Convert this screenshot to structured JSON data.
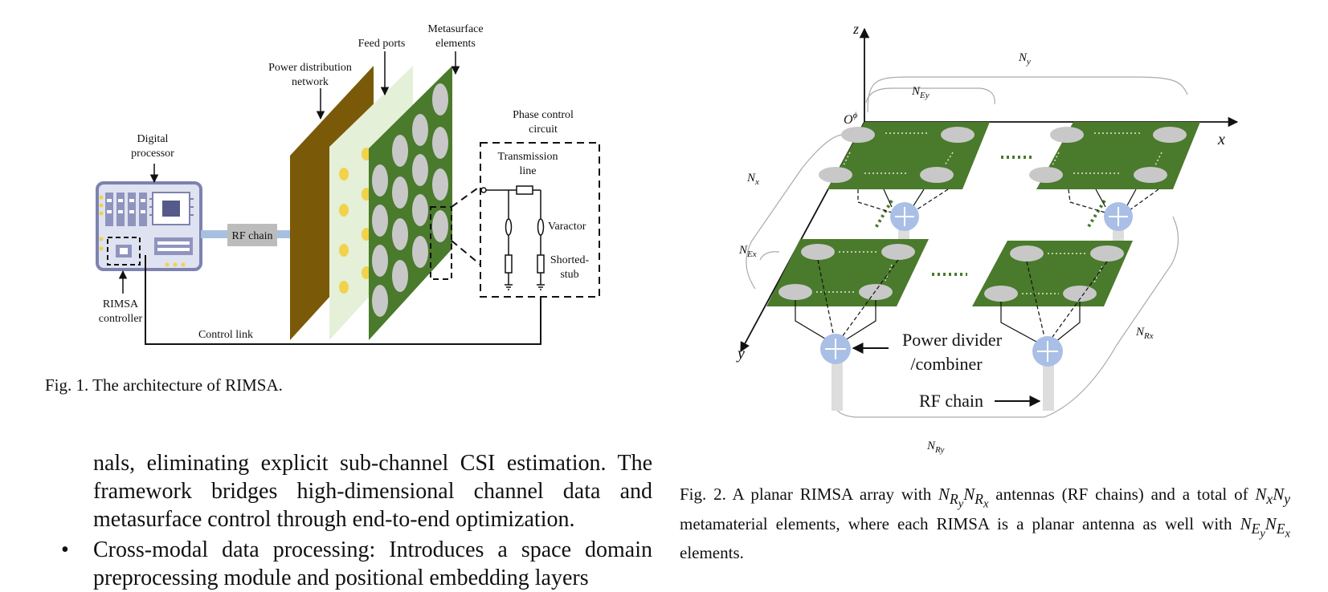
{
  "figure1": {
    "labels": {
      "digital_processor_l1": "Digital",
      "digital_processor_l2": "processor",
      "rf_chain": "RF chain",
      "rimsa_controller_l1": "RIMSA",
      "rimsa_controller_l2": "controller",
      "control_link": "Control link",
      "power_distribution_l1": "Power distribution",
      "power_distribution_l2": "network",
      "feed_ports": "Feed ports",
      "metasurface_l1": "Metasurface",
      "metasurface_l2": "elements",
      "phase_control_l1": "Phase control",
      "phase_control_l2": "circuit",
      "transmission_l1": "Transmission",
      "transmission_l2": "line",
      "varactor": "Varactor",
      "shorted_l1": "Shorted-",
      "shorted_l2": "stub"
    },
    "caption": "Fig. 1.  The architecture of RIMSA."
  },
  "figure2": {
    "labels": {
      "axis_z": "z",
      "axis_x": "x",
      "axis_y": "y",
      "origin": "O",
      "origin_sup": "ϕ",
      "n_y": "N",
      "n_y_sub": "y",
      "n_ey": "N",
      "n_ey_sub": "Ey",
      "n_x": "N",
      "n_x_sub": "x",
      "n_ex": "N",
      "n_ex_sub": "Ex",
      "n_rx": "N",
      "n_rx_sub": "Rx",
      "n_ry": "N",
      "n_ry_sub": "Ry",
      "power_divider_l1": "Power divider",
      "power_divider_l2": "/combiner",
      "rf_chain": "RF chain"
    },
    "caption": {
      "p1": "Fig. 2.  A planar RIMSA array with ",
      "p2": " antennas (RF chains) and a total of ",
      "p3": " metamaterial elements, where each RIMSA is a planar antenna as well with ",
      "p4": " elements.",
      "m1": "N",
      "m1_sub": "R",
      "m1_subsub": "y",
      "m2": "N",
      "m2_sub": "R",
      "m2_subsub": "x",
      "m3": "N",
      "m3_sub": "x",
      "m4": "N",
      "m4_sub": "y",
      "m5": "N",
      "m5_sub": "E",
      "m5_subsub": "y",
      "m6": "N",
      "m6_sub": "E",
      "m6_subsub": "x"
    }
  },
  "body": {
    "paragraph": "nals, eliminating explicit sub-channel CSI estimation. The framework bridges high-dimensional channel data and metasurface control through end-to-end optimization.",
    "bullet_symbol": "•",
    "bullet_text": "Cross-modal data processing: Introduces a space domain preprocessing module and positional embedding layers"
  },
  "colors": {
    "board_green": "#4a7a2c",
    "element_grey": "#c8c8c8",
    "pdn_brown": "#7a5a08",
    "feed_pale": "#e4f0d8",
    "feed_dot": "#f2d24a",
    "combiner_blue": "#a9bfe6",
    "processor_frame": "#8a8fb8",
    "rf_chain_grey": "#bcbcbc",
    "link_blue": "#a8c0e0"
  }
}
